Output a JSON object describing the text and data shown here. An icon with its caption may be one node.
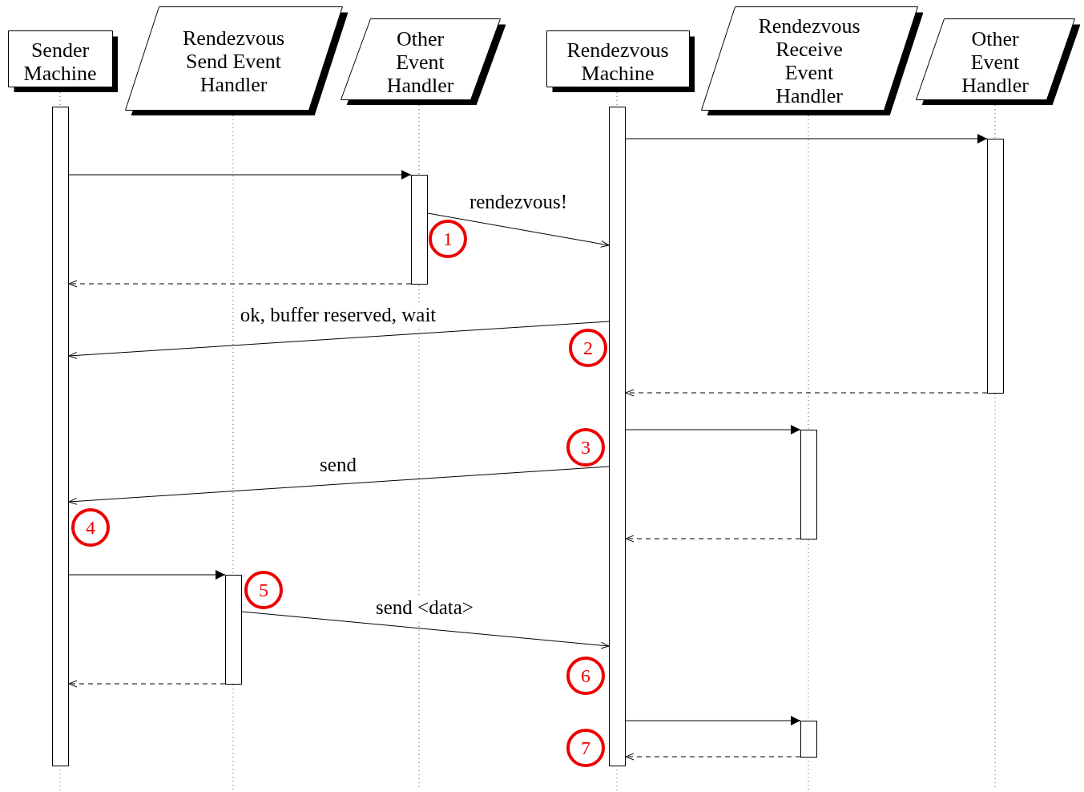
{
  "diagram": {
    "nodes": [
      {
        "text": [
          "Sender Machine"
        ]
      },
      {
        "text": [
          "Rendezvous Send Event Handler"
        ]
      },
      {
        "text": [
          "Other Event Handler"
        ]
      },
      {
        "text": [
          "Rendezvous Machine"
        ]
      },
      {
        "text": [
          "Rendezvous Receive Event Handler"
        ]
      },
      {
        "text": [
          "Other Event Handler"
        ]
      },
      {
        "text": [],
        "shape": "bar"
      },
      {
        "text": [],
        "shape": "bar"
      },
      {
        "text": [],
        "shape": "bar"
      },
      {
        "text": [],
        "shape": "bar"
      },
      {
        "text": [],
        "shape": "bar"
      },
      {
        "text": [],
        "shape": "bar"
      },
      {
        "text": [],
        "shape": "bar"
      },
      {
        "text": [
          "1"
        ]
      },
      {
        "text": [
          "2"
        ]
      },
      {
        "text": [
          "3"
        ]
      },
      {
        "text": [
          "4"
        ]
      },
      {
        "text": [
          "5"
        ]
      },
      {
        "text": [
          "6"
        ]
      },
      {
        "text": [
          "7"
        ]
      }
    ],
    "edges": [
      {
        "from": 9,
        "to": 12,
        "arrow": "to"
      },
      {
        "from": 6,
        "to": 8,
        "arrow": "to"
      },
      {
        "from": 8,
        "to": 9,
        "arrow": "to",
        "label": "rendezvous!"
      },
      {
        "from": 8,
        "to": 6,
        "arrow": "to",
        "style": "dashed"
      },
      {
        "from": 9,
        "to": 6,
        "arrow": "to",
        "label": "ok, buffer reserved, wait"
      },
      {
        "from": 12,
        "to": 9,
        "arrow": "to",
        "style": "dashed"
      },
      {
        "from": 9,
        "to": 10,
        "arrow": "to"
      },
      {
        "from": 9,
        "to": 6,
        "arrow": "to",
        "label": "send"
      },
      {
        "from": 10,
        "to": 9,
        "arrow": "to",
        "style": "dashed"
      },
      {
        "from": 6,
        "to": 7,
        "arrow": "to"
      },
      {
        "from": 7,
        "to": 9,
        "arrow": "to",
        "label": "send <data>"
      },
      {
        "from": 7,
        "to": 6,
        "arrow": "to",
        "style": "dashed"
      },
      {
        "from": 9,
        "to": 11,
        "arrow": "to"
      },
      {
        "from": 11,
        "to": 9,
        "arrow": "to",
        "style": "dashed"
      }
    ]
  }
}
